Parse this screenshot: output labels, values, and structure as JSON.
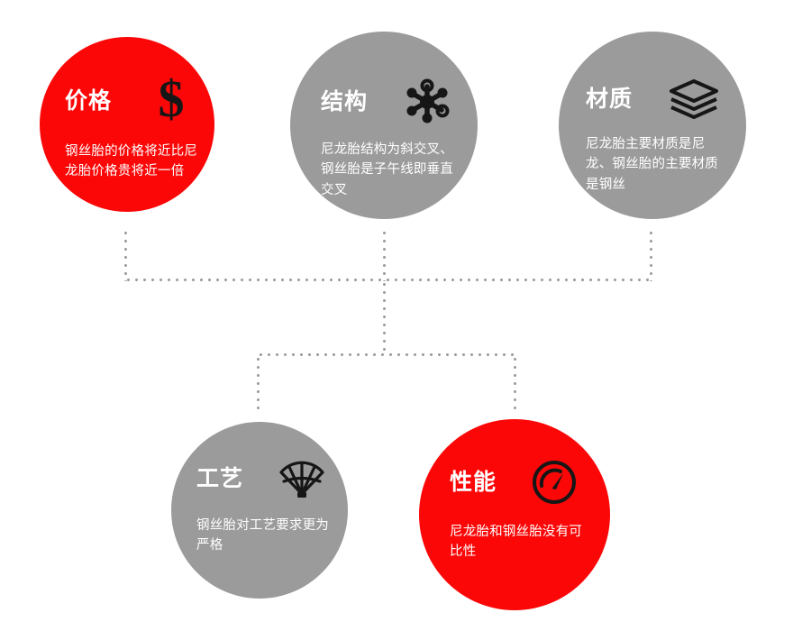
{
  "diagram": {
    "type": "node-cluster-dotted-tree",
    "background": "#ffffff",
    "colors": {
      "accent_red": "#fb0707",
      "node_gray": "#9b9b9b",
      "connector_gray": "#9b9b9b",
      "icon_dark": "#161616",
      "text_white": "#ffffff"
    }
  },
  "nodes": [
    {
      "id": "price",
      "title": "价格",
      "description": "钢丝胎的价格将近比尼龙胎价格贵将近一倍",
      "icon": "dollar-sign-icon",
      "color": "#fb0707"
    },
    {
      "id": "structure",
      "title": "结构",
      "description": "尼龙胎结构为斜交叉、钢丝胎是子午线即垂直交叉",
      "icon": "network-hub-icon",
      "color": "#9b9b9b"
    },
    {
      "id": "material",
      "title": "材质",
      "description": "尼龙胎主要材质是尼龙、钢丝胎的主要材质是钢丝",
      "icon": "layers-icon",
      "color": "#9b9b9b"
    },
    {
      "id": "craft",
      "title": "工艺",
      "description": "钢丝胎对工艺要求更为严格",
      "icon": "folding-fan-icon",
      "color": "#9b9b9b"
    },
    {
      "id": "performance",
      "title": "性能",
      "description": "尼龙胎和钢丝胎没有可比性",
      "icon": "gauge-speedometer-icon",
      "color": "#fb0707"
    }
  ]
}
